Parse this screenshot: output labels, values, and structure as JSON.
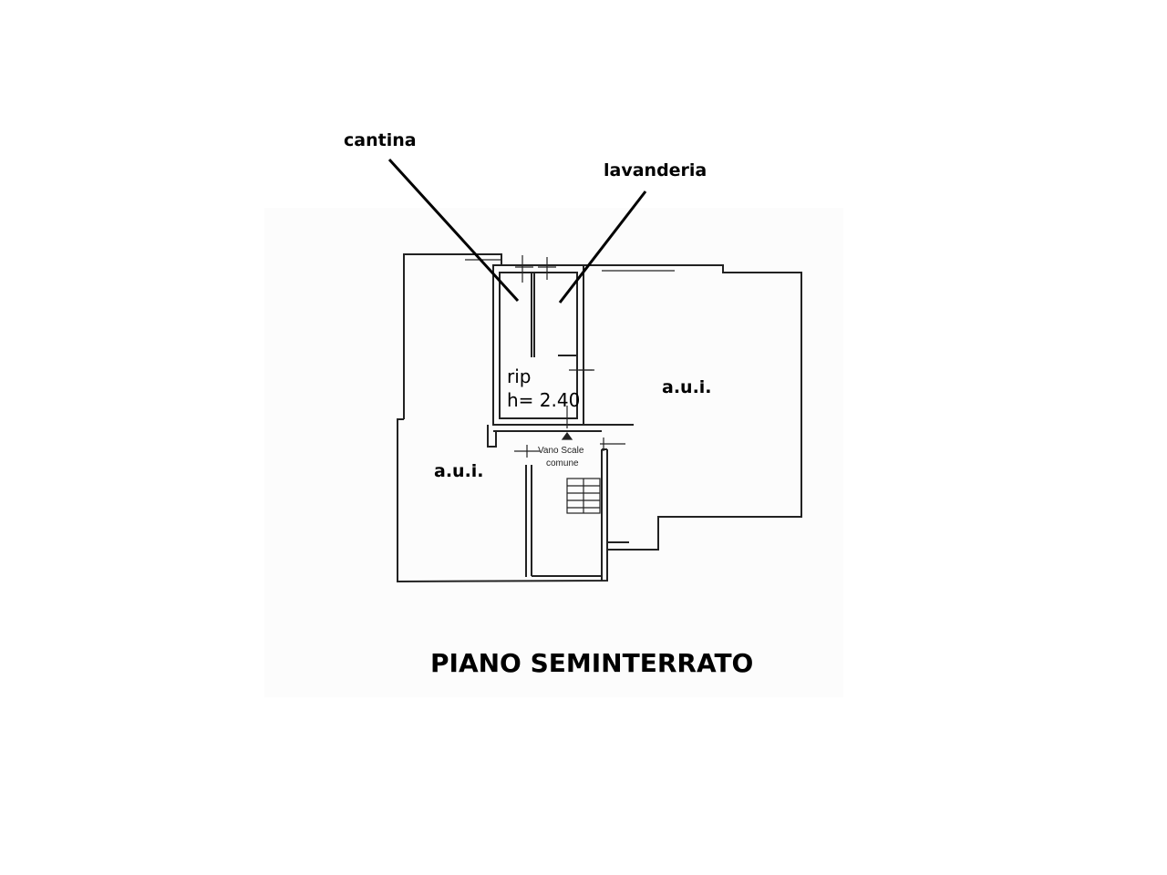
{
  "labels": {
    "cantina": "cantina",
    "lavanderia": "lavanderia",
    "rip": "rip",
    "height": "h= 2.40",
    "aui_right": "a.u.i.",
    "aui_left": "a.u.i.",
    "vano_scale_line1": "Vano Scale",
    "vano_scale_line2": "comune"
  },
  "title": "PIANO SEMINTERRATO"
}
